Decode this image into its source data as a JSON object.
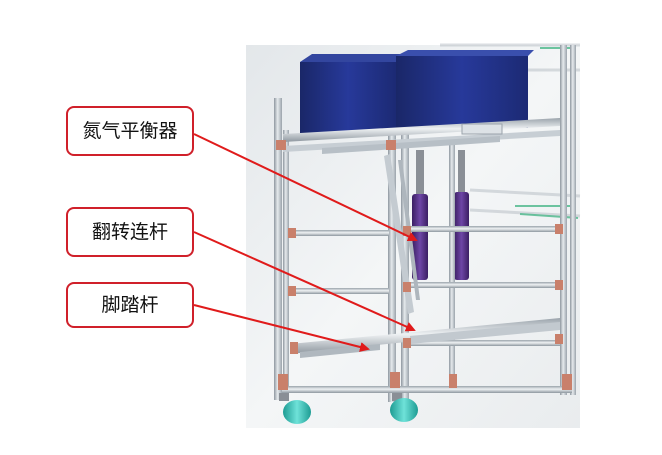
{
  "callouts": [
    {
      "label": "氮气平衡器"
    },
    {
      "label": "翻转连杆"
    },
    {
      "label": "脚踏杆"
    }
  ],
  "colors": {
    "callout_border": "#d0202a",
    "arrow": "#e01b1b",
    "frame_tube": "#b8c0c7",
    "joint": "#c9806b",
    "container": "#1f2f7a",
    "balancer": "#4a2a78",
    "wheel": "#2fbfb5",
    "background_render": "#eef1f3"
  }
}
